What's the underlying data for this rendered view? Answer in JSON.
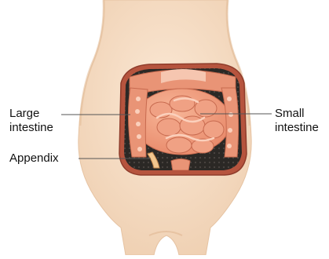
{
  "labels": {
    "large_intestine_line1": "Large",
    "large_intestine_line2": "intestine",
    "appendix": "Appendix",
    "small_intestine_line1": "Small",
    "small_intestine_line2": "intestine"
  },
  "colors": {
    "skin": "#f6dcc3",
    "skin_shadow": "#e9c7a6",
    "cavity_rim": "#b5553f",
    "cavity_dark": "#2e2a26",
    "intestine": "#f1a282",
    "intestine_highlight": "#fbd0bc",
    "intestine_outline": "#c76a4f",
    "leader_line": "#555555"
  }
}
